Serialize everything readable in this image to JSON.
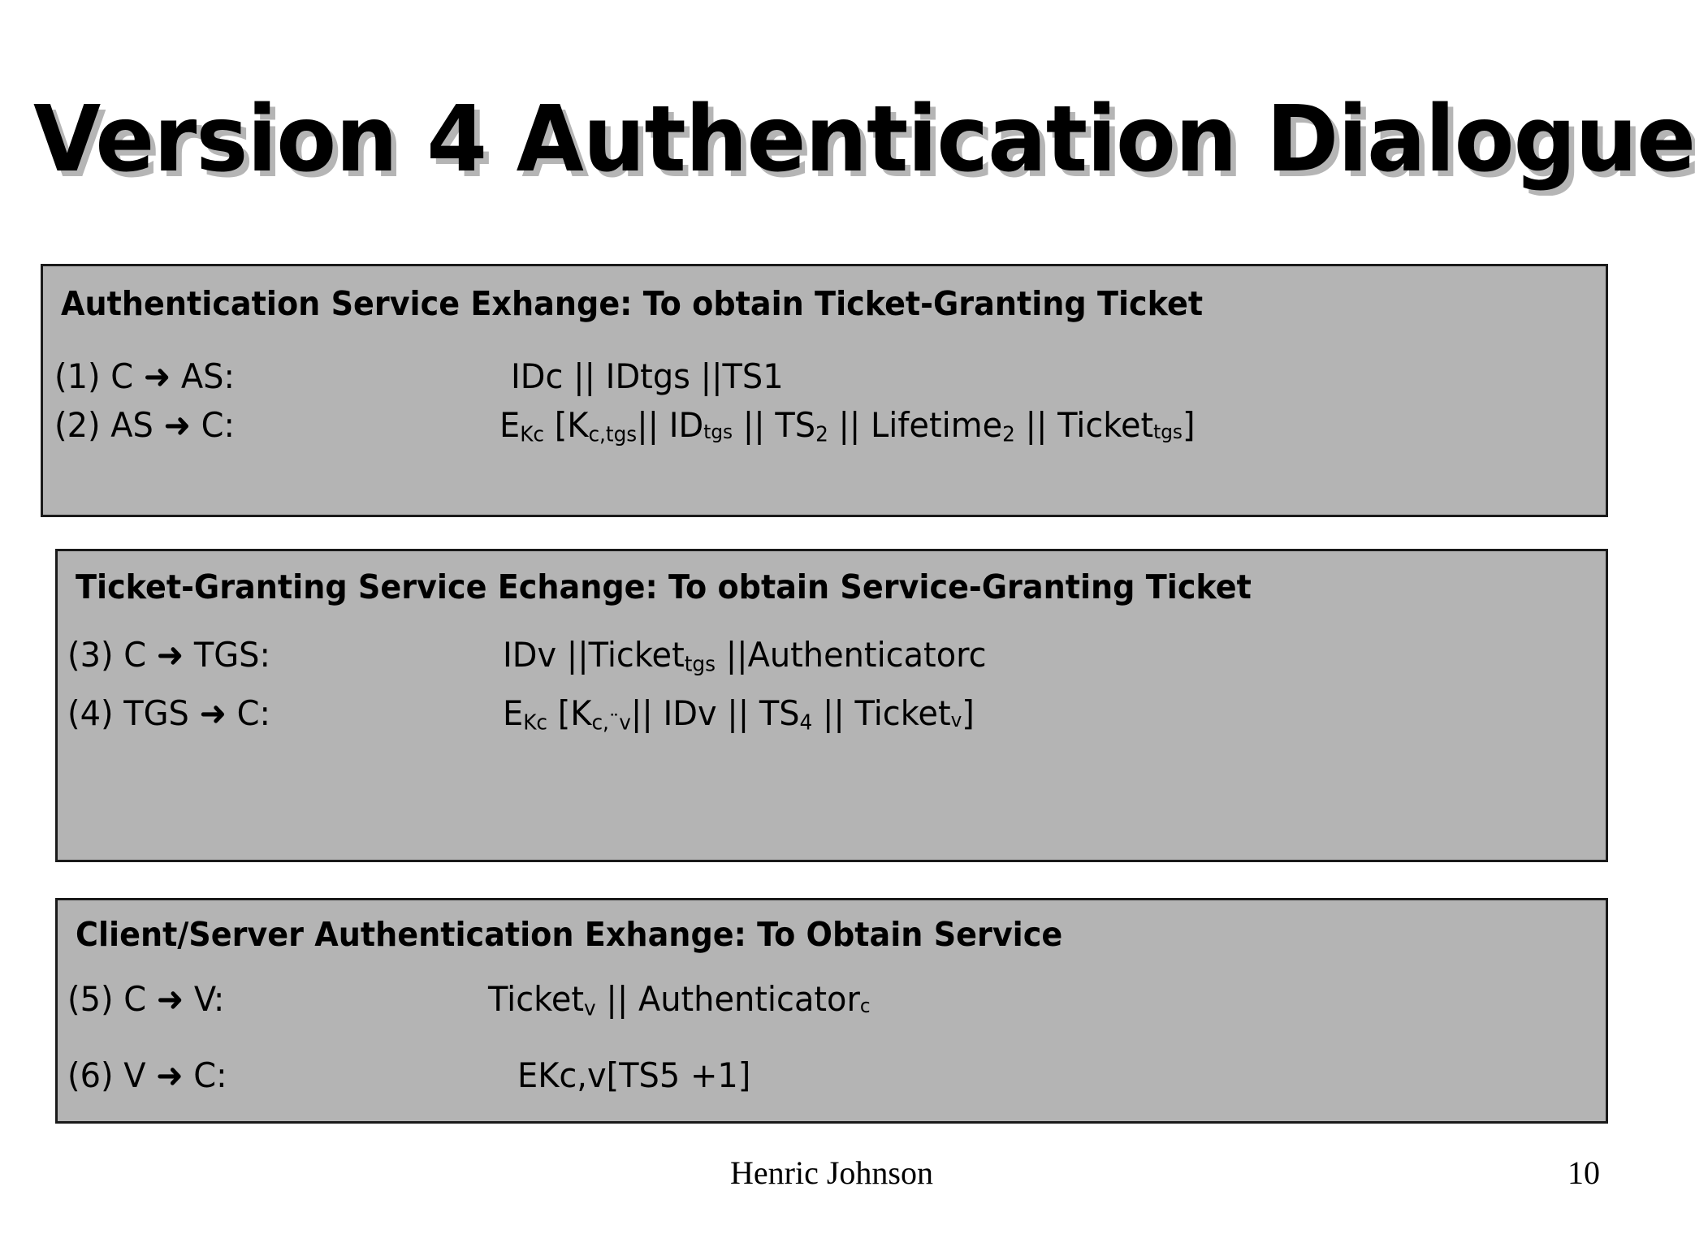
{
  "slide": {
    "title": "Version 4 Authentication Dialogue",
    "background_color": "#ffffff",
    "box_fill_color": "#b4b4b4",
    "box_border_color": "#1a1a1a",
    "text_color": "#000000"
  },
  "boxes": [
    {
      "id": "authentication-service-exchange",
      "header": "Authentication Service Exhange: To obtain Ticket-Granting Ticket",
      "rows": [
        {
          "number": "(1)",
          "from": "C",
          "arrow": "➜",
          "to": "AS:",
          "label": "(1)    C ➜ AS:",
          "body": "IDc || IDtgs ||TS1",
          "body_parts": [
            {
              "text": "IDc "
            },
            {
              "text": "|| "
            },
            {
              "text": "IDtgs "
            },
            {
              "text": "||TS1"
            }
          ]
        },
        {
          "number": "(2)",
          "from": "AS",
          "arrow": "➜",
          "to": "C:",
          "label": "(2)    AS ➜ C:",
          "body": "EKc [Kc,tgs|| IDtgs || TS2 || Lifetime2 || Tickettgs]",
          "body_parts": [
            {
              "text": "E",
              "sub": "Kc"
            },
            {
              "text": " [K",
              "sub": "c,tgs"
            },
            {
              "text": "|| ID",
              "sub": "tgs"
            },
            {
              "text": " || TS",
              "sub": "2"
            },
            {
              "text": " || Lifetime",
              "sub": "2"
            },
            {
              "text": " || Ticket",
              "sub": "tgs"
            },
            {
              "text": "]"
            }
          ]
        }
      ]
    },
    {
      "id": "ticket-granting-service-exchange",
      "header": "Ticket-Granting Service Echange: To obtain Service-Granting Ticket",
      "rows": [
        {
          "number": "(3)",
          "from": "C",
          "arrow": "➜",
          "to": "TGS:",
          "label": "(3)  C ➜ TGS:",
          "body": "IDv ||Tickettgs ||Authenticatorc",
          "body_parts": [
            {
              "text": "IDv "
            },
            {
              "text": "||Ticket",
              "sub": "tgs"
            },
            {
              "text": " ||Authenticatorc"
            }
          ]
        },
        {
          "number": "(4)",
          "from": "TGS",
          "arrow": "➜",
          "to": "C:",
          "label": "(4)    TGS ➜ C:",
          "body": "EKc [Kc,¨v|| IDv || TS4 || Ticketv]",
          "body_parts": [
            {
              "text": "E",
              "sub": "Kc"
            },
            {
              "text": " [K",
              "sub": "c,¨v"
            },
            {
              "text": "|| IDv || TS",
              "sub": "4"
            },
            {
              "text": " || Ticket",
              "sub": "v"
            },
            {
              "text": "]"
            }
          ]
        }
      ]
    },
    {
      "id": "client-server-authentication-exchange",
      "header": "Client/Server Authentication Exhange: To Obtain Service",
      "rows": [
        {
          "number": "(5)",
          "from": "C",
          "arrow": "➜",
          "to": "V:",
          "label": "(5) C ➜ V:",
          "body": "Ticketv || Authenticatorc",
          "body_parts": [
            {
              "text": "Ticket",
              "sub": "v"
            },
            {
              "text": " || Authenticator",
              "sub": "c"
            }
          ]
        },
        {
          "number": "(6)",
          "from": "V",
          "arrow": "➜",
          "to": "C:",
          "label": "(6)  V ➜ C:",
          "body": "EKc,v[TS5 +1]",
          "body_parts": [
            {
              "text": "EKc,v[TS5 +1]"
            }
          ]
        }
      ]
    }
  ],
  "footer": {
    "author": "Henric Johnson",
    "page_number": "10"
  }
}
